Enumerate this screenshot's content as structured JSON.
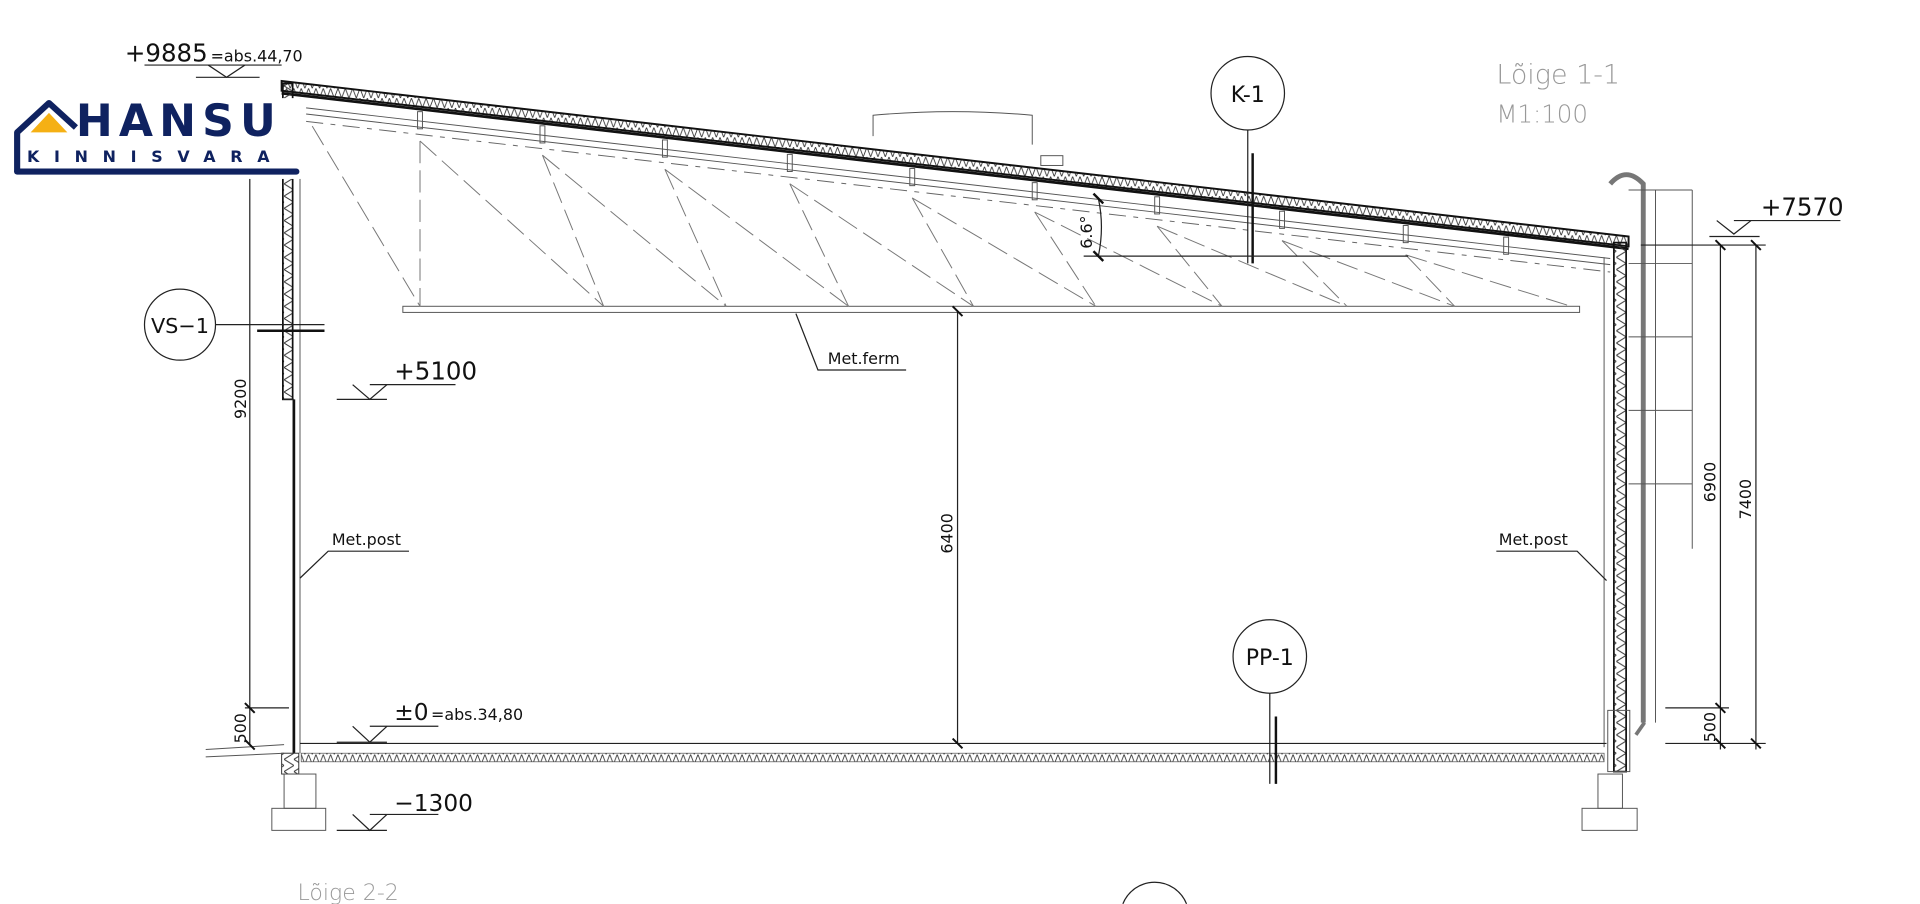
{
  "logo": {
    "brand": "HANSU",
    "subtitle": "KINNISVARA",
    "colors": {
      "navy": "#0f2260",
      "accent": "#f5b014"
    }
  },
  "drawing": {
    "title": "Lõige 1-1",
    "scale": "M1:100",
    "next_section_title": "Lõige 2-2",
    "levels": {
      "top": {
        "value": "+9885",
        "abs": "=abs.44,70"
      },
      "eave": {
        "value": "+7570"
      },
      "mid": {
        "value": "+5100"
      },
      "floor": {
        "value": "±0",
        "abs": "=abs.34,80"
      },
      "footing": {
        "value": "−1300"
      }
    },
    "markers": {
      "k1": "K-1",
      "vs1": "VS−1",
      "pp1": "PP-1"
    },
    "labels": {
      "truss": "Met.ferm",
      "post_left": "Met.post",
      "post_right": "Met.post"
    },
    "roof_angle": "6.6°",
    "dimensions": {
      "left_height": "9200",
      "left_plinth": "500",
      "inner_height": "6400",
      "right_6900": "6900",
      "right_7400": "7400",
      "right_plinth": "500"
    }
  }
}
